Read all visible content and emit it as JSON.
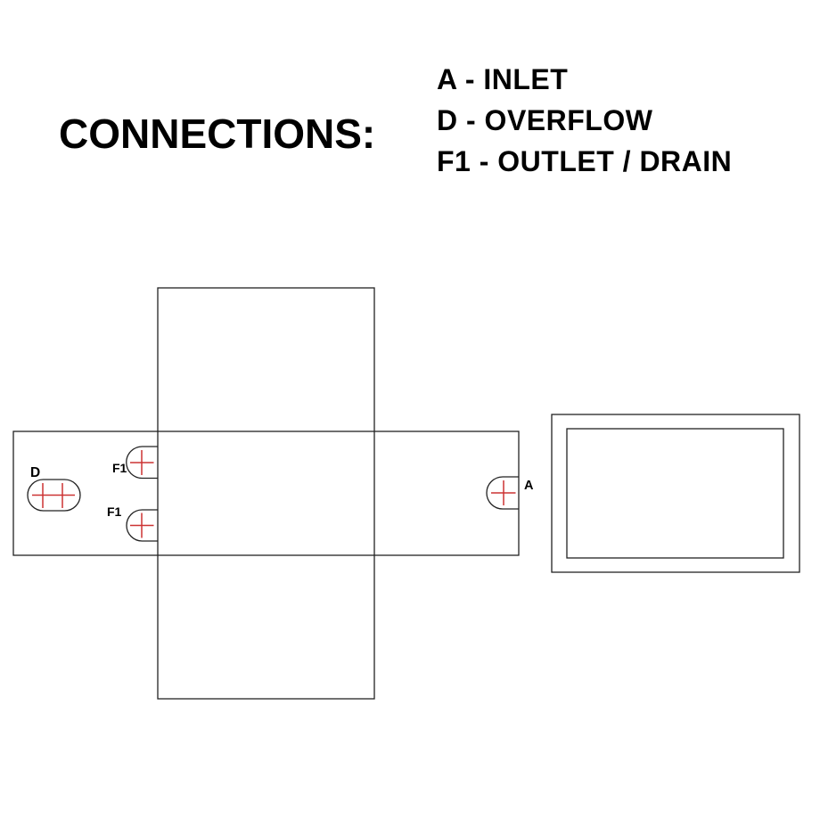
{
  "title": "CONNECTIONS:",
  "legend": {
    "items": [
      {
        "text": "A - INLET"
      },
      {
        "text": "D - OVERFLOW"
      },
      {
        "text": "F1 - OUTLET / DRAIN"
      }
    ]
  },
  "diagram": {
    "ports": {
      "d": {
        "label": "D",
        "meaning": "OVERFLOW"
      },
      "f1_upper": {
        "label": "F1",
        "meaning": "OUTLET / DRAIN"
      },
      "f1_lower": {
        "label": "F1",
        "meaning": "OUTLET / DRAIN"
      },
      "a": {
        "label": "A",
        "meaning": "INLET"
      }
    }
  },
  "colors": {
    "outline": "#222222",
    "crosshair_red": "#cc3333",
    "text": "#000000",
    "background": "#ffffff"
  }
}
